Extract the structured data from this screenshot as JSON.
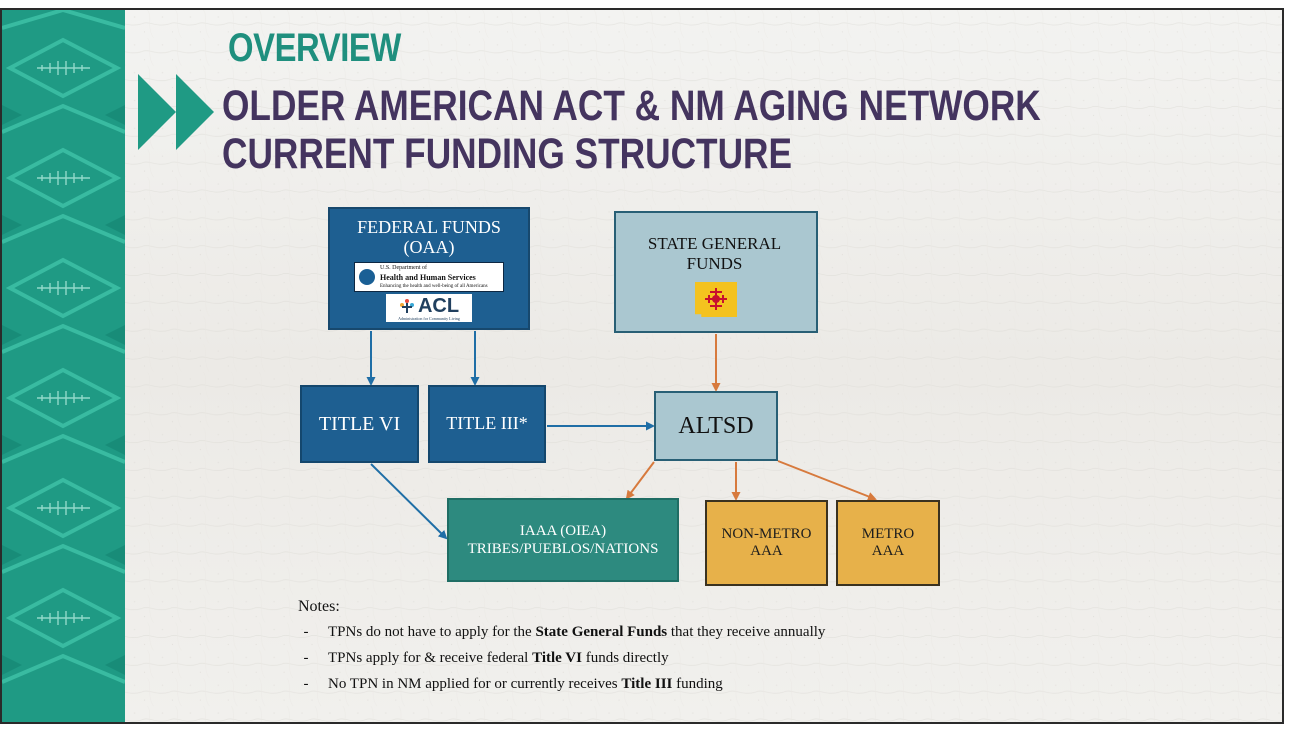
{
  "slide": {
    "heading": "OVERVIEW",
    "title": "OLDER AMERICAN ACT & NM AGING NETWORK CURRENT FUNDING STRUCTURE"
  },
  "diagram": {
    "federal_funds": {
      "title": "FEDERAL FUNDS (OAA)",
      "hhs_logo_line1": "U.S. Department of",
      "hhs_logo_line2": "Health and Human Services",
      "hhs_logo_line3": "Enhancing the health and well-being of all Americans",
      "acl_logo_text": "ACL",
      "acl_logo_subtitle": "Administration for Community Living"
    },
    "state_general_funds": {
      "title": "STATE GENERAL FUNDS"
    },
    "title_vi": {
      "label": "TITLE VI"
    },
    "title_iii": {
      "label": "TITLE III*"
    },
    "altsd": {
      "label": "ALTSD"
    },
    "iaaa": {
      "line1": "IAAA (OIEA)",
      "line2": "TRIBES/PUEBLOS/NATIONS"
    },
    "non_metro": {
      "line1": "NON-METRO",
      "line2": "AAA"
    },
    "metro": {
      "line1": "METRO",
      "line2": "AAA"
    },
    "connector_colors": {
      "blue": "#1f6ea6",
      "orange": "#d77a3d"
    }
  },
  "notes": {
    "heading": "Notes:",
    "items": [
      {
        "dash": "-",
        "before": "TPNs do not have to apply for the ",
        "strong": "State General Funds",
        "after": " that they receive annually"
      },
      {
        "dash": "-",
        "before": "TPNs apply for & receive federal ",
        "strong": "Title VI",
        "after": " funds directly"
      },
      {
        "dash": "-",
        "before": "No TPN in NM applied for or currently receives ",
        "strong": "Title III",
        "after": " funding"
      }
    ]
  },
  "style": {
    "accent_teal": "#1f9a84",
    "title_purple": "#44345f",
    "federal_blue": "#1e5f91",
    "state_light_blue": "#aac7d0",
    "iaaa_teal": "#2d8a7f",
    "aaa_gold": "#e7b14a"
  }
}
